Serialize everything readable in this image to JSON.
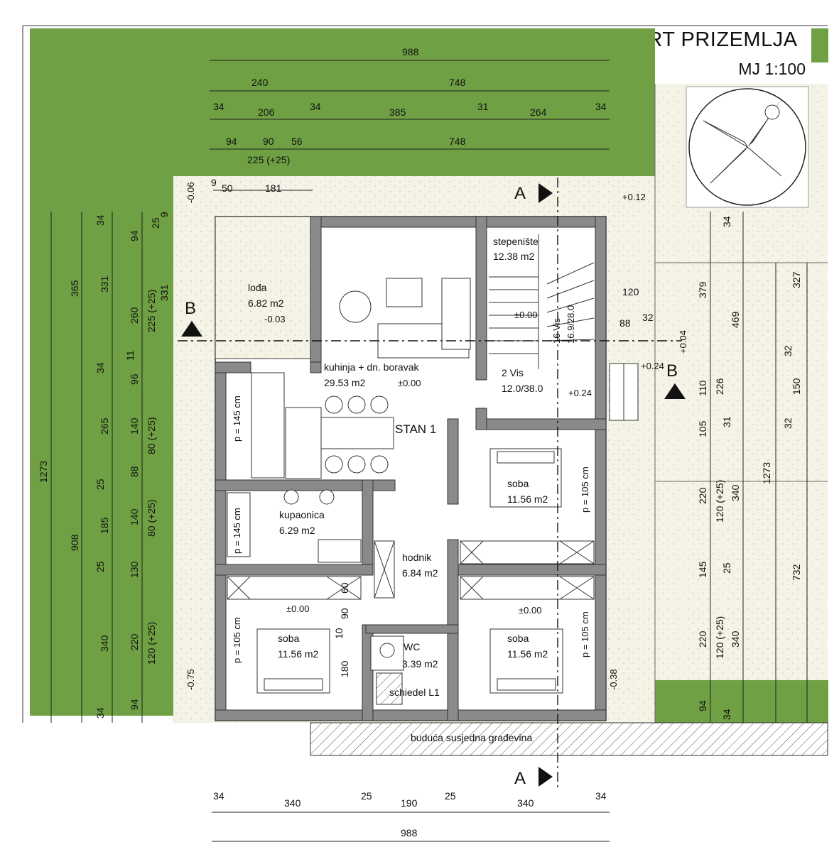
{
  "title": {
    "main": "TLOCRT PRIZEMLJA",
    "scale": "MJ 1:100"
  },
  "apartment_label": "STAN 1",
  "rooms": {
    "loda": {
      "name": "lođa",
      "area": "6.82 m2",
      "level": "-0.03"
    },
    "kuhinja": {
      "name": "kuhinja + dn. boravak",
      "area": "29.53 m2",
      "level": "±0.00"
    },
    "stepeniste": {
      "name": "stepenište",
      "area": "12.38 m2",
      "level": "±0.00",
      "stair1": "16 Vis",
      "stair2": "16.9/28.0",
      "stair3": "2 Vis",
      "stair4": "12.0/38.0"
    },
    "kupaonica": {
      "name": "kupaonica",
      "area": "6.29 m2"
    },
    "hodnik": {
      "name": "hodnik",
      "area": "6.84 m2"
    },
    "soba_ne": {
      "name": "soba",
      "area": "11.56 m2"
    },
    "soba_sw": {
      "name": "soba",
      "area": "11.56 m2",
      "level": "±0.00"
    },
    "soba_se": {
      "name": "soba",
      "area": "11.56 m2",
      "level": "±0.00"
    },
    "wc": {
      "name": "WC",
      "area": "3.39 m2",
      "chimney": "schiedel L1"
    }
  },
  "parapets": {
    "kitchen": "p = 145 cm",
    "bath": "p = 145 cm",
    "soba_ne": "p = 105 cm",
    "soba_sw": "p = 105 cm",
    "soba_se": "p = 105 cm"
  },
  "neighbour_label": "buduća susjedna građevina",
  "section_marks": {
    "a": "A",
    "b": "B"
  },
  "levels": {
    "top_left": "-0.06",
    "top_right": "+0.12",
    "entry_1": "+0.04",
    "entry_2": "+0.24",
    "entry_3": "+0.24",
    "bottom_left": "-0.75",
    "bottom_right": "-0.38"
  },
  "dims_top": {
    "r1": [
      "988"
    ],
    "r2": [
      "240",
      "748"
    ],
    "r3": [
      "34",
      "206",
      "34",
      "385",
      "31",
      "264",
      "34"
    ],
    "r4": [
      "94",
      "90",
      "56",
      "748"
    ],
    "r4_sub": "225 (+25)",
    "r5": [
      "9",
      "50",
      "181"
    ]
  },
  "dims_bottom": {
    "r1": [
      "34",
      "340",
      "25",
      "190",
      "25",
      "340",
      "34"
    ],
    "r2": "988"
  },
  "dims_left": {
    "c1": "1273",
    "c2": [
      "365",
      "908"
    ],
    "c3": [
      "34",
      "331",
      "34",
      "265",
      "25",
      "185",
      "25",
      "340",
      "34"
    ],
    "c4": [
      "94",
      "260",
      "11",
      "96",
      "140",
      "88",
      "140",
      "130",
      "220",
      "94"
    ],
    "c5": [
      "25",
      "225 (+25)",
      "80 (+25)",
      "80 (+25)",
      "120 (+25)"
    ],
    "c6": [
      "9",
      "331"
    ]
  },
  "dims_inner": [
    "60",
    "90",
    "10",
    "180"
  ],
  "dims_right_inner": [
    "120",
    "32",
    "88"
  ],
  "dims_right": {
    "c1": [
      "34",
      "379",
      "110",
      "105",
      "220",
      "145",
      "220",
      "94"
    ],
    "c2": [
      "226",
      "120 (+25)",
      "25",
      "120 (+25)",
      "34"
    ],
    "c3": [
      "469",
      "31",
      "340",
      "340"
    ],
    "c4": [
      "1273"
    ],
    "c5": [
      "327",
      "32",
      "150",
      "32",
      "732"
    ]
  },
  "colors": {
    "grass": "#6fa043",
    "paving": "#f2f1e4",
    "wall": "#8a8a8a",
    "neighbour": "#ffffff"
  }
}
